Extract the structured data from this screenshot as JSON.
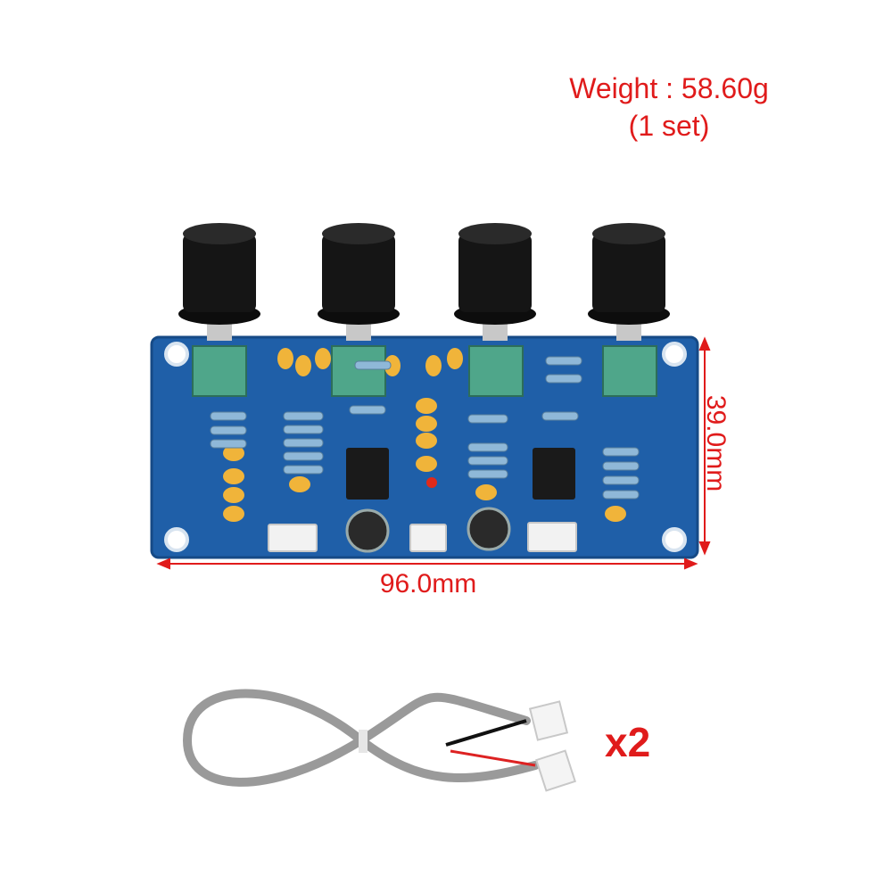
{
  "weight": {
    "line1": "Weight : 58.60g",
    "line2": "(1 set)"
  },
  "dimensions": {
    "width": "96.0mm",
    "height": "39.0mm"
  },
  "quantity": "x2",
  "colors": {
    "annotation_red": "#e01b1b",
    "pcb_blue": "#1f5fa8",
    "knob_black": "#151515",
    "pot_green": "#4fa68a",
    "capacitor_yellow": "#f0b43a",
    "cable_gray": "#9a9a9a"
  }
}
